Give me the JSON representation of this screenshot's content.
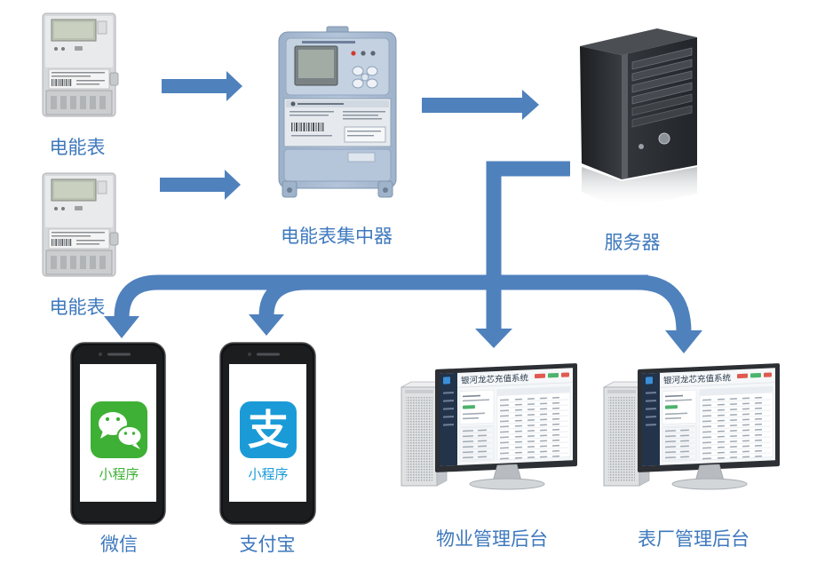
{
  "diagram": {
    "nodes": {
      "meter_top": {
        "label": "电能表"
      },
      "meter_bottom": {
        "label": "电能表"
      },
      "concentrator": {
        "label": "电能表集中器"
      },
      "server": {
        "label": "服务器"
      },
      "wechat": {
        "label": "微信",
        "mini_program": "小程序",
        "icon": "wechat-icon"
      },
      "alipay": {
        "label": "支付宝",
        "mini_program": "小程序",
        "icon": "alipay-icon",
        "logo_glyph": "支"
      },
      "property_backend": {
        "label": "物业管理后台",
        "screen_title": "银河龙芯充值系统"
      },
      "factory_backend": {
        "label": "表厂管理后台",
        "screen_title": "银河龙芯充值系统"
      }
    }
  },
  "colors": {
    "arrow": "#4f81bd",
    "label": "#3d78bd",
    "wechat_green": "#3eb035",
    "alipay_blue": "#1a9bd7"
  }
}
